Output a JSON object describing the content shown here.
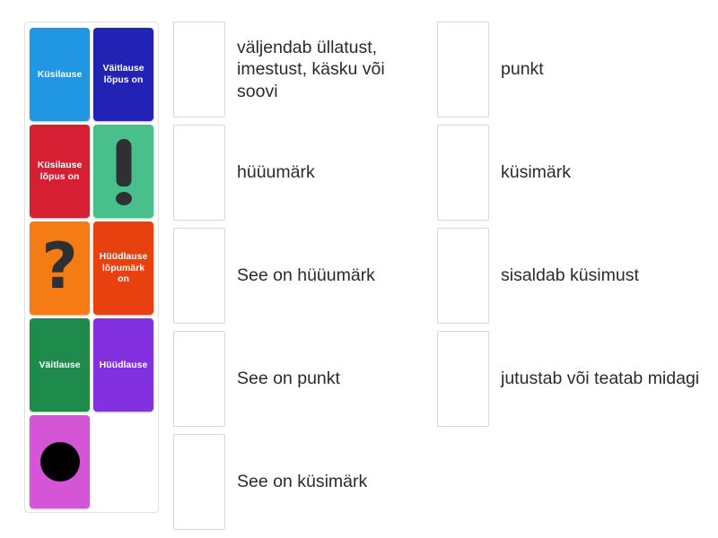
{
  "tile_bank": {
    "name": "draggable-tile-bank",
    "tiles": [
      {
        "id": "tile-kysilause",
        "label": "Küsilause",
        "color": "#2196e3",
        "text_color": "#ffffff",
        "glyph": null
      },
      {
        "id": "tile-vaitlause-lopus-on",
        "label": "Väitlause lõpus on",
        "color": "#2222b5",
        "text_color": "#ffffff",
        "glyph": null
      },
      {
        "id": "tile-kysilause-lopus-on",
        "label": "Küsilause lõpus on",
        "color": "#d61f33",
        "text_color": "#ffffff",
        "glyph": null
      },
      {
        "id": "tile-huuumark-glyph",
        "label": "",
        "color": "#49c08c",
        "text_color": "#2f3033",
        "glyph": "exclamation-mark"
      },
      {
        "id": "tile-kysimark-glyph",
        "label": "",
        "color": "#f57c14",
        "text_color": "#2f3033",
        "glyph": "question-mark"
      },
      {
        "id": "tile-huudlause-lopumark-on",
        "label": "Hüüdlause lõpumärk on",
        "color": "#e8410f",
        "text_color": "#ffffff",
        "glyph": null
      },
      {
        "id": "tile-vaitlause",
        "label": "Väitlause",
        "color": "#1e8a4c",
        "text_color": "#ffffff",
        "glyph": null
      },
      {
        "id": "tile-huudlause",
        "label": "Hüüdlause",
        "color": "#8230e0",
        "text_color": "#ffffff",
        "glyph": null
      },
      {
        "id": "tile-punkt-glyph",
        "label": "",
        "color": "#d456d6",
        "text_color": "#000000",
        "glyph": "period-dot"
      }
    ]
  },
  "columns": {
    "middle": {
      "name": "answer-column-middle",
      "rows": [
        {
          "id": "row-valjendab",
          "drop_label": "",
          "text": "väljendab üllatust, imestust, käsku või soovi"
        },
        {
          "id": "row-huuumark",
          "drop_label": "",
          "text": "hüüumärk"
        },
        {
          "id": "row-see-on-huuumark",
          "drop_label": "",
          "text": "See on hüüumärk"
        },
        {
          "id": "row-see-on-punkt",
          "drop_label": "",
          "text": "See on punkt"
        },
        {
          "id": "row-see-on-kusimark",
          "drop_label": "",
          "text": "See on küsimärk"
        }
      ]
    },
    "right": {
      "name": "answer-column-right",
      "rows": [
        {
          "id": "row-punkt",
          "drop_label": "",
          "text": "punkt"
        },
        {
          "id": "row-kusimark",
          "drop_label": "",
          "text": "küsimärk"
        },
        {
          "id": "row-sisaldab-kusimust",
          "drop_label": "",
          "text": "sisaldab küsimust"
        },
        {
          "id": "row-jutustab-voi-teatab",
          "drop_label": "",
          "text": "jutustab või teatab midagi"
        }
      ]
    }
  },
  "theme": {
    "background": "#ffffff",
    "text_color": "#2b2b2b",
    "drop_border": "#d8d8d8",
    "bank_border": "#e2e2e2"
  }
}
